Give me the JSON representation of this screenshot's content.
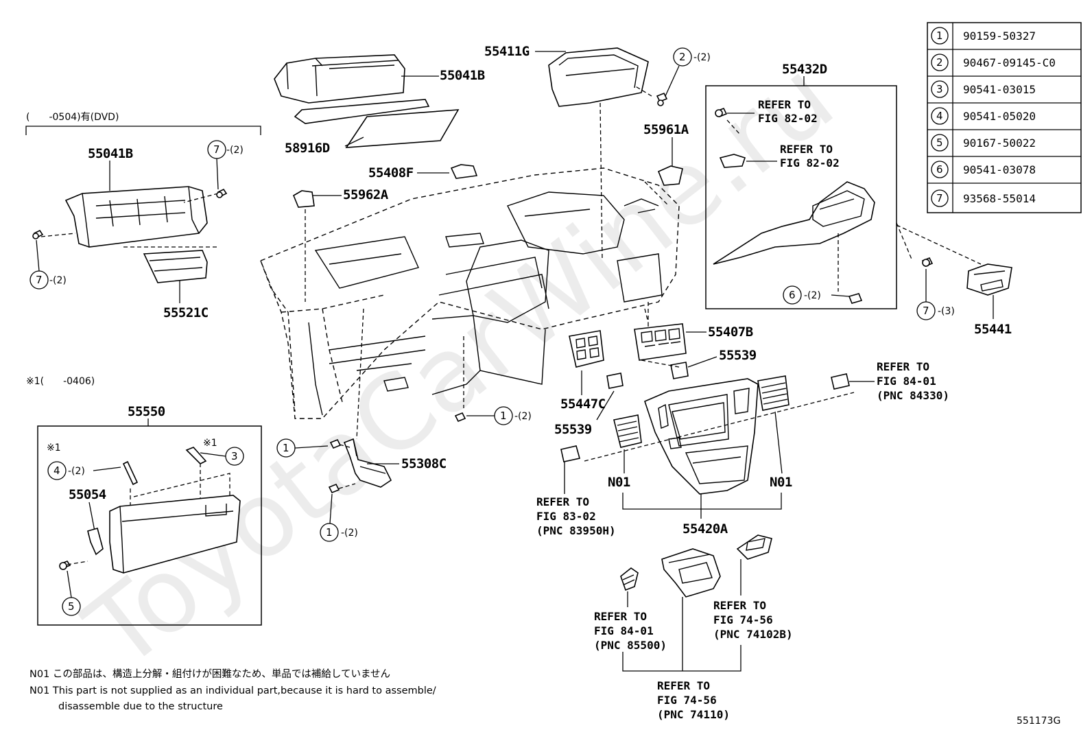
{
  "watermark": "ToyotaCarWine.ru",
  "figure_number": "551173G",
  "table": [
    {
      "index": "1",
      "part": "90159-50327"
    },
    {
      "index": "2",
      "part": "90467-09145-C0"
    },
    {
      "index": "3",
      "part": "90541-03015"
    },
    {
      "index": "4",
      "part": "90541-05020"
    },
    {
      "index": "5",
      "part": "90167-50022"
    },
    {
      "index": "6",
      "part": "90541-03078"
    },
    {
      "index": "7",
      "part": "93568-55014"
    }
  ],
  "group_dvd": {
    "heading": "(　　-0504)有(DVD)",
    "part_main": "55041B",
    "part_bracket": "55521C",
    "screw_top": "7",
    "screw_top_qty": "-(2)",
    "screw_bottom": "7",
    "screw_bottom_qty": "-(2)"
  },
  "group_glovebox": {
    "heading": "※1(　　-0406)",
    "title": "55550",
    "note_mark_left": "※1",
    "note_mark_right": "※1",
    "part_lock": "55054",
    "screw4": "4",
    "screw4_qty": "-(2)",
    "screw3": "3",
    "screw5": "5"
  },
  "group_console": {
    "title": "55432D",
    "ref1_line1": "REFER TO",
    "ref1_line2": "FIG 82-02",
    "ref2_line1": "REFER TO",
    "ref2_line2": "FIG 82-02",
    "screw6": "6",
    "screw6_qty": "-(2)"
  },
  "parts": {
    "p55411G": "55411G",
    "p55041B": "55041B",
    "p58916D": "58916D",
    "p55408F": "55408F",
    "p55962A": "55962A",
    "p55961A": "55961A",
    "p55407B": "55407B",
    "p55539a": "55539",
    "p55539b": "55539",
    "p55447C": "55447C",
    "p55308C": "55308C",
    "p55420A": "55420A",
    "p55441": "55441",
    "n01a": "N01",
    "n01b": "N01"
  },
  "screws": {
    "s2": "2",
    "s2_qty": "-(2)",
    "s1a": "1",
    "s1a_qty": "-(2)",
    "s1b": "1",
    "s1c": "1",
    "s1c_qty": "-(2)",
    "s7": "7",
    "s7_qty": "-(3)"
  },
  "refs": {
    "r8401a": {
      "l1": "REFER TO",
      "l2": "FIG 84-01",
      "l3": "(PNC 84330)"
    },
    "r8302": {
      "l1": "REFER TO",
      "l2": "FIG 83-02",
      "l3": "(PNC 83950H)"
    },
    "r8401b": {
      "l1": "REFER TO",
      "l2": "FIG 84-01",
      "l3": "(PNC 85500)"
    },
    "r7456a": {
      "l1": "REFER TO",
      "l2": "FIG 74-56",
      "l3": "(PNC 74102B)"
    },
    "r7456b": {
      "l1": "REFER TO",
      "l2": "FIG 74-56",
      "l3": "(PNC 74110)"
    }
  },
  "notes": {
    "jp": "N01 この部品は、構造上分解・組付けが困難なため、単品では補給していません",
    "en1": "N01 This part is not supplied as an individual part,because it is hard to assemble/",
    "en2": "disassemble due to the structure"
  }
}
